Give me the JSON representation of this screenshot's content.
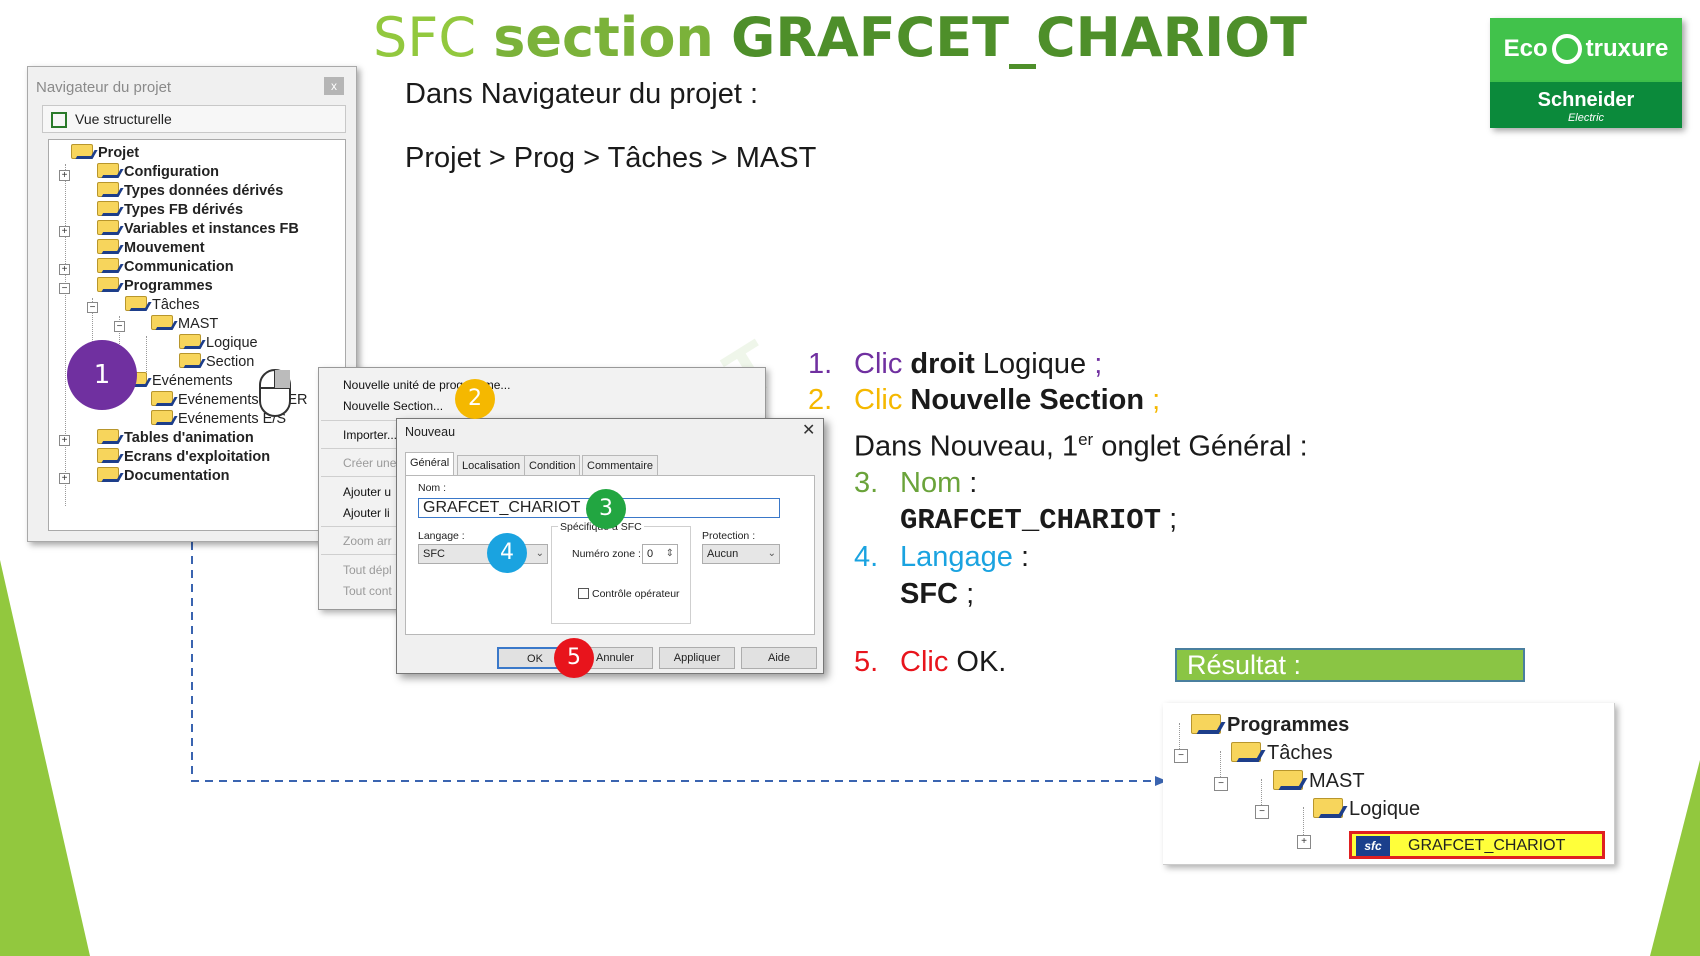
{
  "title": {
    "part1": "SFC",
    "part2": "section",
    "part3": "GRAFCET_CHARIOT"
  },
  "logo": {
    "top": "Eco",
    "top2": "truxure",
    "brand": "Schneider",
    "brand_sub": "Electric"
  },
  "intro": {
    "line1": "Dans Navigateur du projet :",
    "path": "Projet > Prog > Tâches > MAST"
  },
  "navigator": {
    "title": "Navigateur du projet",
    "close": "x",
    "view": "Vue structurelle",
    "items": [
      "Projet",
      "Configuration",
      "Types données dérivés",
      "Types FB dérivés",
      "Variables et instances FB",
      "Mouvement",
      "Communication",
      "Programmes",
      "Tâches",
      "MAST",
      "Logique",
      "Section",
      "Evénements",
      "Evénements TIMER",
      "Evénements E/S",
      "Tables d'animation",
      "Ecrans d'exploitation",
      "Documentation"
    ]
  },
  "context_menu": {
    "items": [
      "Nouvelle unité de programme...",
      "Nouvelle Section...",
      "Importer...",
      "Créer une",
      "Ajouter u",
      "Ajouter li",
      "Zoom arr",
      "Tout dépl",
      "Tout cont"
    ]
  },
  "dialog": {
    "title": "Nouveau",
    "close": "✕",
    "tabs": [
      "Général",
      "Localisation",
      "Condition",
      "Commentaire"
    ],
    "nom_label": "Nom :",
    "nom_value": "GRAFCET_CHARIOT",
    "langage_label": "Langage :",
    "langage_value": "SFC",
    "specific_label": "Spécifique à SFC",
    "zone_label": "Numéro zone :",
    "zone_value": "0",
    "protection_label": "Protection :",
    "protection_value": "Aucun",
    "controle_label": "Contrôle opérateur",
    "buttons": [
      "OK",
      "Annuler",
      "Appliquer",
      "Aide"
    ]
  },
  "markers": [
    "1",
    "2",
    "3",
    "4",
    "5"
  ],
  "steps": {
    "s1_num": "1.",
    "s1_a": "Clic",
    "s1_b": "droit",
    "s1_c": "Logique",
    "s1_d": ";",
    "s2_num": "2.",
    "s2_a": "Clic",
    "s2_b": "Nouvelle Section",
    "s2_c": ";",
    "intro_a": "Dans Nouveau, 1",
    "intro_sup": "er",
    "intro_b": "onglet Général :",
    "s3_num": "3.",
    "s3_a": "Nom",
    "s3_b": ":",
    "s3_value": "GRAFCET_CHARIOT",
    "s3_end": ";",
    "s4_num": "4.",
    "s4_a": "Langage",
    "s4_b": ":",
    "s4_value": "SFC",
    "s4_end": ";",
    "s5_num": "5.",
    "s5_a": "Clic",
    "s5_b": "OK."
  },
  "result": {
    "label": "Résultat :",
    "items": [
      "Programmes",
      "Tâches",
      "MAST",
      "Logique"
    ],
    "sfc_icon": "sfc",
    "section": "GRAFCET_CHARIOT"
  },
  "colors": {
    "purple": "#7030a0",
    "orange": "#f5b800",
    "green": "#22a641",
    "blue": "#1aa3e0",
    "red": "#e8141c",
    "accent_green": "#8ac544"
  }
}
